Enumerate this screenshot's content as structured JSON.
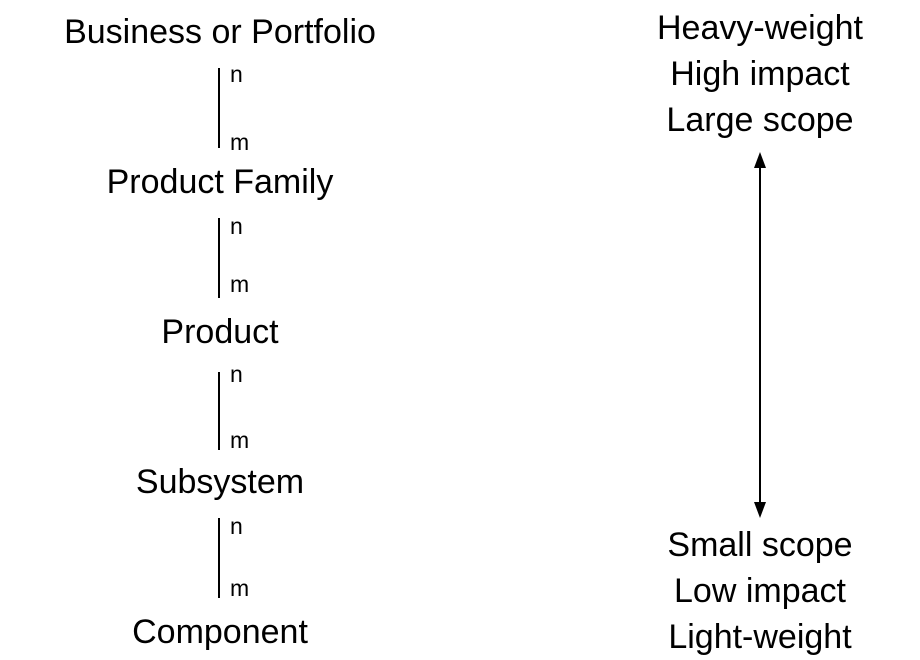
{
  "hierarchy": {
    "levels": [
      "Business or Portfolio",
      "Product Family",
      "Product",
      "Subsystem",
      "Component"
    ],
    "links": [
      {
        "upper": "n",
        "lower": "m"
      },
      {
        "upper": "n",
        "lower": "m"
      },
      {
        "upper": "n",
        "lower": "m"
      },
      {
        "upper": "n",
        "lower": "m"
      }
    ]
  },
  "scale": {
    "top": [
      "Heavy-weight",
      "High impact",
      "Large scope"
    ],
    "bottom": [
      "Small scope",
      "Low impact",
      "Light-weight"
    ]
  }
}
